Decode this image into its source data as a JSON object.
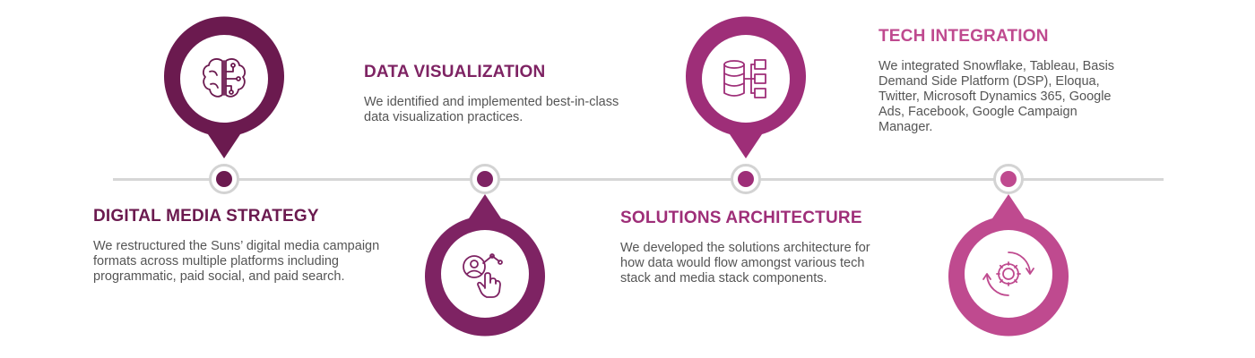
{
  "colors": {
    "plum": "#6b1a4f",
    "purple": "#7e2363",
    "magenta": "#9e2e78",
    "pink": "#bf4a8f",
    "line": "#d6d6d6",
    "node_ring": "#d3d3d3",
    "body_text": "#555555"
  },
  "stages": [
    {
      "heading": "DIGITAL MEDIA STRATEGY",
      "body": "We restructured the Suns’ digital media campaign formats across multiple platforms including programmatic, paid social, and paid search.",
      "icon": "brain-circuit-icon",
      "color": "plum"
    },
    {
      "heading": "DATA VISUALIZATION",
      "body": "We identified and implemented best-in-class data visualization practices.",
      "icon": "user-hand-touch-icon",
      "color": "purple"
    },
    {
      "heading": "SOLUTIONS ARCHITECTURE",
      "body": "We developed the solutions architecture for how data would flow amongst various tech stack and media stack components.",
      "icon": "database-flow-icon",
      "color": "magenta"
    },
    {
      "heading": "TECH INTEGRATION",
      "body": "We integrated Snowflake, Tableau, Basis Demand Side Platform (DSP), Eloqua, Twitter, Microsoft Dynamics 365, Google Ads, Facebook, Google Campaign Manager.",
      "icon": "gear-cycle-icon",
      "color": "pink"
    }
  ]
}
